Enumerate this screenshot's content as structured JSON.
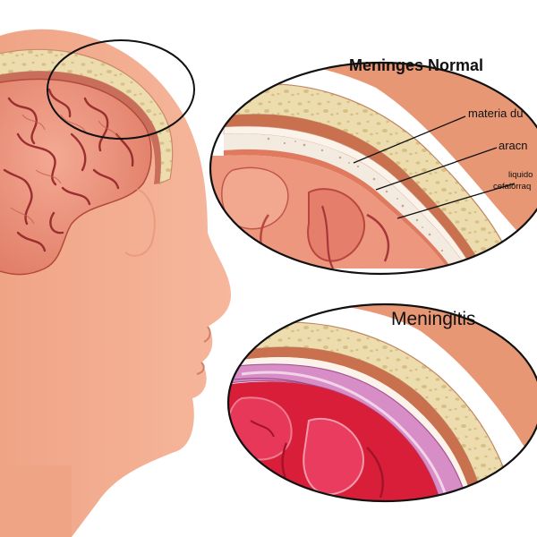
{
  "panels": {
    "normal": {
      "title": "Meninges Normal",
      "labels": {
        "dura": "materia du",
        "arachnoid": "aracn",
        "csf_line1": "liquido",
        "csf_line2": "cefalorraq"
      }
    },
    "meningitis": {
      "title": "Meningitis"
    }
  },
  "colors": {
    "skin": "#f1a587",
    "skin_light": "#f6bba0",
    "brain": "#e98a73",
    "brain_dark": "#b34a3c",
    "bone": "#eddcad",
    "inflamed": "#d81e38",
    "membrane_pink": "#d78ec6",
    "outline": "#111111"
  }
}
